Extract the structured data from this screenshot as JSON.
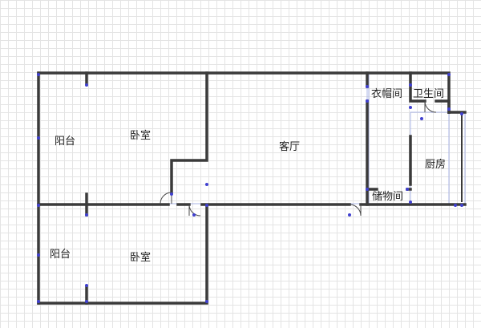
{
  "rooms": {
    "balcony_top": "阳台",
    "bedroom_top": "卧室",
    "living_room": "客厅",
    "cloakroom": "衣帽间",
    "bathroom": "卫生间",
    "kitchen": "厨房",
    "storage_room": "储物间",
    "balcony_bottom": "阳台",
    "bedroom_bottom": "卧室"
  },
  "colors": {
    "wall": "#3a3a3a",
    "grid": "#e4e4e4",
    "node": "#4040d0"
  }
}
